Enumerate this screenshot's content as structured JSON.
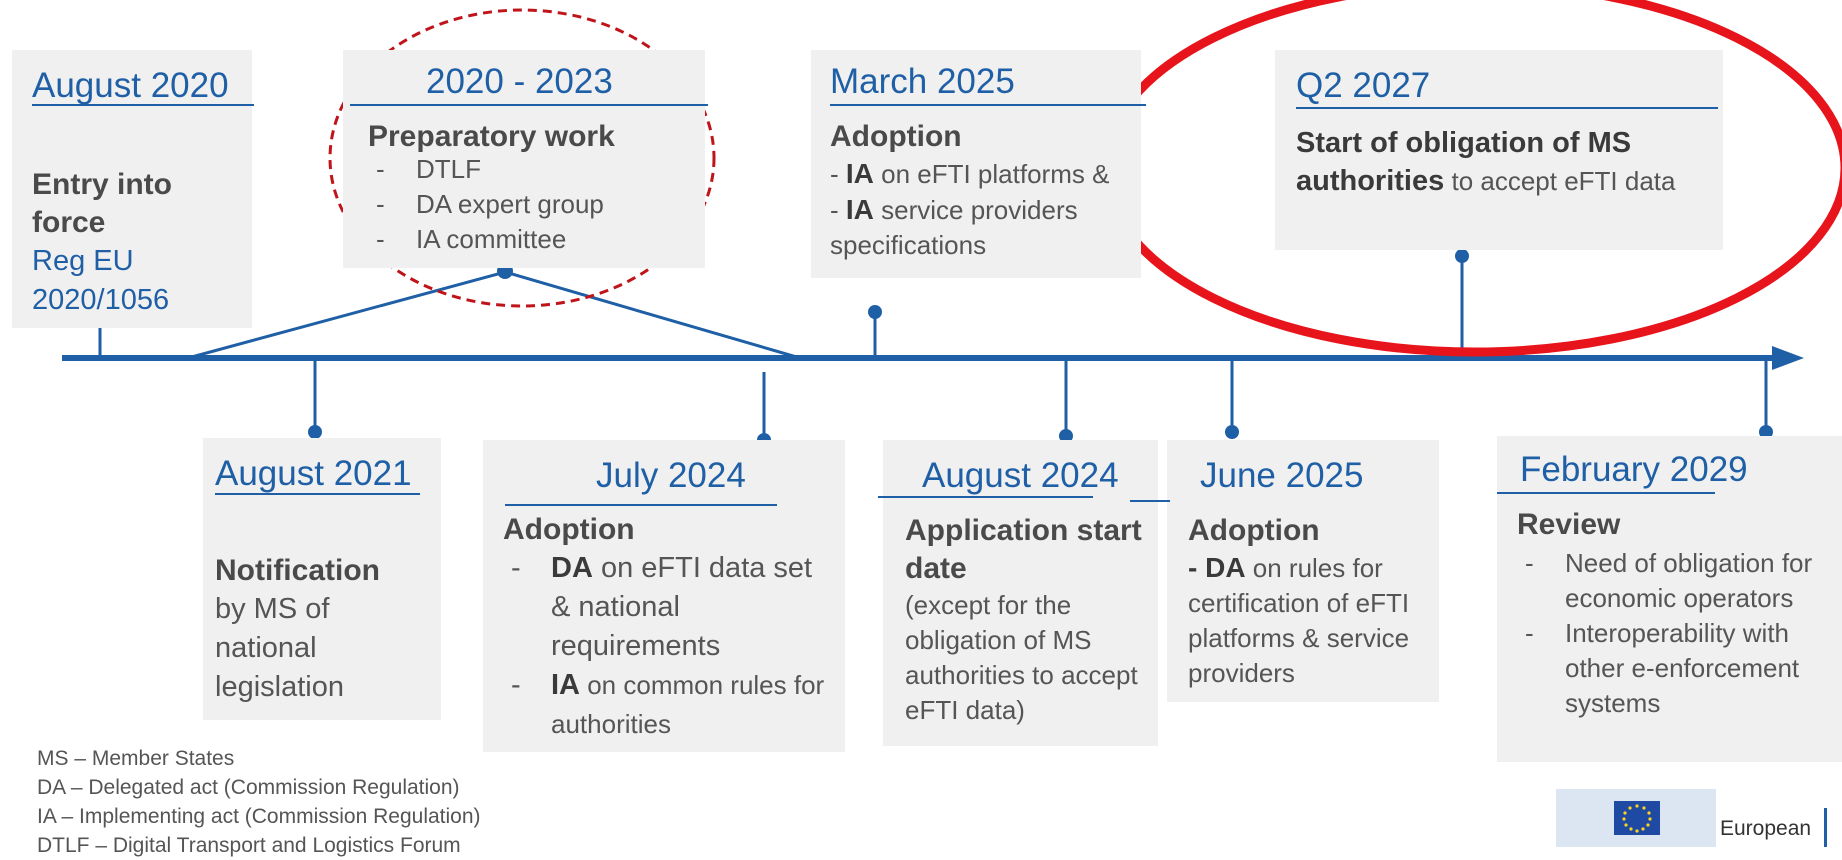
{
  "top": [
    {
      "date": "August 2020",
      "heading": "Entry into force",
      "lines": [
        "Reg EU",
        "2020/1056"
      ]
    },
    {
      "date": "2020 - 2023",
      "heading": "Preparatory work",
      "items": [
        "DTLF",
        "DA expert group",
        "IA committee"
      ]
    },
    {
      "date": "March 2025",
      "heading": "Adoption",
      "items": [
        {
          "bold": "IA",
          "text": " on eFTI platforms &"
        },
        {
          "bold": "IA",
          "text": " service providers"
        }
      ],
      "extra": "specifications"
    },
    {
      "date": "Q2 2027",
      "heading": "Start of obligation of MS authorities",
      "text": " to accept eFTI data"
    }
  ],
  "bottom": [
    {
      "date": "August 2021",
      "heading": "Notification",
      "lines": [
        "by MS of",
        "national",
        "legislation"
      ]
    },
    {
      "date": "July 2024",
      "heading": "Adoption",
      "items": [
        {
          "bold": "DA",
          "text": " on eFTI data set & national requirements"
        },
        {
          "bold": "IA",
          "text": " on common rules for authorities"
        }
      ]
    },
    {
      "date": "August 2024",
      "heading": "Application start date",
      "text": "(except for the obligation of MS authorities to accept eFTI data)"
    },
    {
      "date": "June 2025",
      "heading": "Adoption",
      "bold": "- DA",
      "text": " on rules for certification of eFTI platforms & service providers"
    },
    {
      "date": "February 2029",
      "heading": "Review",
      "items": [
        "Need of obligation for economic operators",
        "Interoperability with other e-enforcement systems"
      ]
    }
  ],
  "legend": [
    "MS – Member States",
    "DA – Delegated act (Commission Regulation)",
    "IA – Implementing act (Commission Regulation)",
    "DTLF – Digital Transport and Logistics Forum"
  ],
  "logo": {
    "text": "European"
  },
  "colors": {
    "timeline": "#1f5fa6",
    "highlight_red": "#e8141b",
    "dashed_red": "#c0141b",
    "box_bg": "#f0f0f0"
  }
}
